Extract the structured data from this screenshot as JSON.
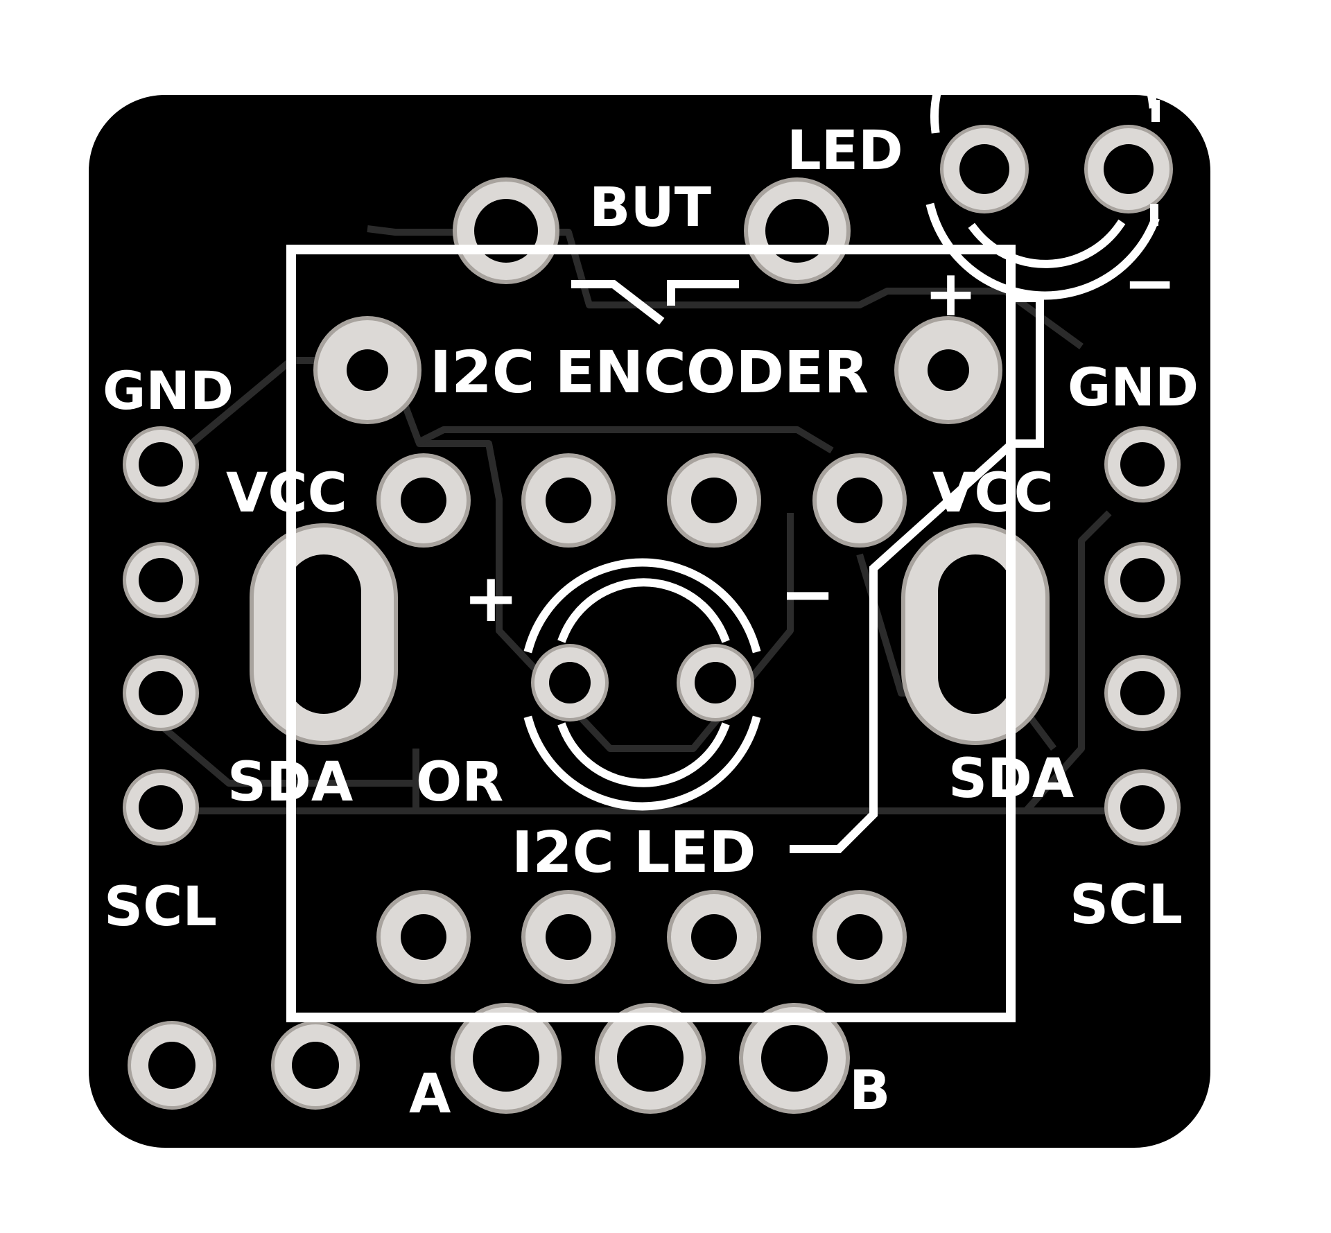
{
  "board": {
    "colors": {
      "background": "#ffffff",
      "substrate": "#000000",
      "silkscreen": "#ffffff",
      "pad_copper": "#dcd9d6",
      "pad_outline": "#a8a39e",
      "drill": "#000000",
      "trace": "#2b2b2b"
    },
    "labels": {
      "led_top": "LED",
      "but": "BUT",
      "plus_led_top": "+",
      "minus_led_top": "−",
      "title_encoder": "I2C ENCODER",
      "gnd_left": "GND",
      "gnd_right": "GND",
      "vcc_left": "VCC",
      "vcc_right": "VCC",
      "plus_center": "+",
      "minus_center": "−",
      "sda_left": "SDA",
      "sda_right": "SDA",
      "or_label": "OR",
      "title_led": "I2C LED",
      "scl_left": "SCL",
      "scl_right": "SCL",
      "pin_a": "A",
      "pin_b": "B"
    },
    "icons": [
      "switch-symbol-icon",
      "led-polarity-outline-icon",
      "rgb-led-outline-icon"
    ]
  }
}
